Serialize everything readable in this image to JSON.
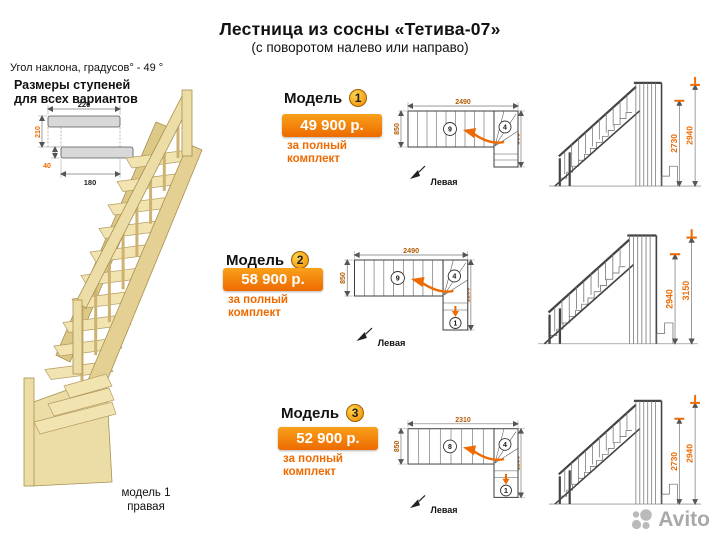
{
  "header": {
    "title": "Лестница из сосны «Тетива-07»",
    "subtitle": "(с поворотом налево или направо)"
  },
  "specs": {
    "angle_label": "Угол наклона, градусов° - 49 °",
    "steps_title_line1": "Размеры ступеней",
    "steps_title_line2": "для всех вариантов",
    "step_diagram": {
      "tread_depth": "220",
      "riser_height": "210",
      "tread_thickness": "40",
      "tread_run": "180"
    }
  },
  "photo": {
    "caption_line1": "модель 1",
    "caption_line2": "правая"
  },
  "models": [
    {
      "label": "Модель",
      "number": "1",
      "price": "49 900 р.",
      "price_note_line1": "за полный",
      "price_note_line2": "комплект",
      "plan": {
        "length": "2490",
        "width_left": "850",
        "width_right": "895",
        "straight_steps": "9",
        "winder_steps": "4",
        "direction_label": "Левая"
      },
      "elevation": {
        "height_inner": "2730",
        "height_outer": "2940"
      }
    },
    {
      "label": "Модель",
      "number": "2",
      "price": "58 900 р.",
      "price_note_line1": "за полный",
      "price_note_line2": "комплект",
      "plan": {
        "length": "2490",
        "width_left": "850",
        "width_right": "1150",
        "straight_steps": "9",
        "winder_steps": "4",
        "first_step": "1",
        "direction_label": "Левая"
      },
      "elevation": {
        "height_inner": "2940",
        "height_outer": "3150"
      }
    },
    {
      "label": "Модель",
      "number": "3",
      "price": "52 900 р.",
      "price_note_line1": "за полный",
      "price_note_line2": "комплект",
      "plan": {
        "length": "2310",
        "width_left": "850",
        "width_right": "1150",
        "straight_steps": "8",
        "winder_steps": "4",
        "first_step": "1",
        "direction_label": "Левая"
      },
      "elevation": {
        "height_inner": "2730",
        "height_outer": "2940"
      }
    }
  ],
  "watermark": {
    "text": "Avito"
  },
  "colors": {
    "accent_orange": "#ee6a00",
    "dim_text": "#b25a04",
    "wood": "#ecdca6"
  }
}
